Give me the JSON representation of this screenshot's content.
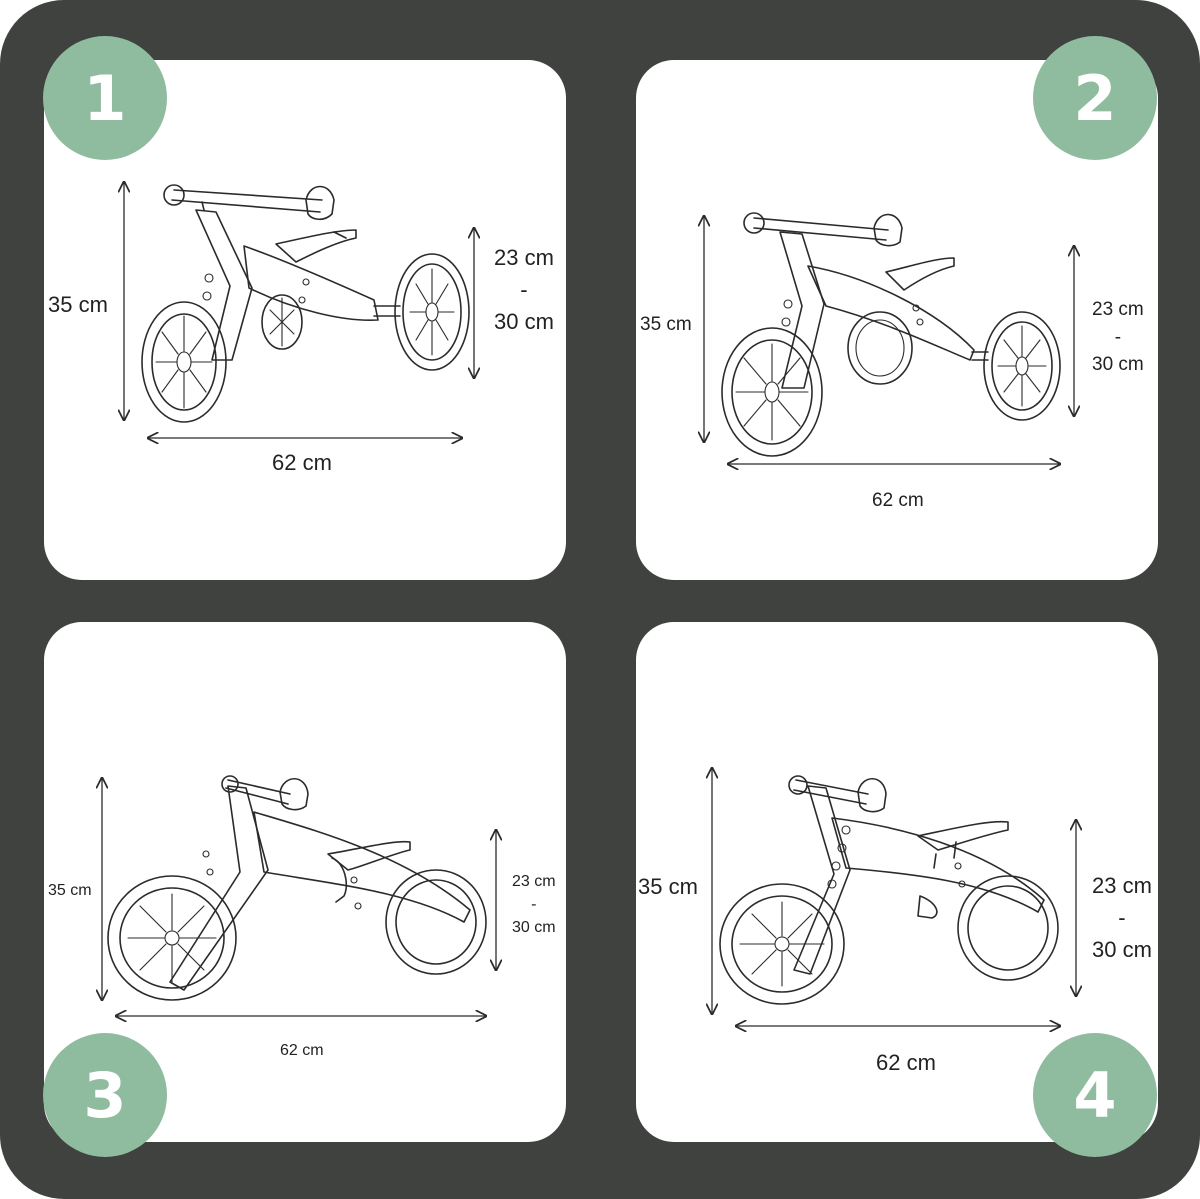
{
  "colors": {
    "frame": "#3f423f",
    "panel": "#ffffff",
    "badge": "#8fbc9e",
    "line": "#2b2b2b"
  },
  "panels": [
    {
      "number": "1",
      "height_label": "35 cm",
      "seat_top": "23 cm",
      "seat_sep": "-",
      "seat_bottom": "30 cm",
      "length_label": "62 cm"
    },
    {
      "number": "2",
      "height_label": "35 cm",
      "seat_top": "23 cm",
      "seat_sep": "-",
      "seat_bottom": "30 cm",
      "length_label": "62 cm"
    },
    {
      "number": "3",
      "height_label": "35 cm",
      "seat_top": "23 cm",
      "seat_sep": "-",
      "seat_bottom": "30 cm",
      "length_label": "62 cm"
    },
    {
      "number": "4",
      "height_label": "35 cm",
      "seat_top": "23 cm",
      "seat_sep": "-",
      "seat_bottom": "30 cm",
      "length_label": "62 cm"
    }
  ]
}
